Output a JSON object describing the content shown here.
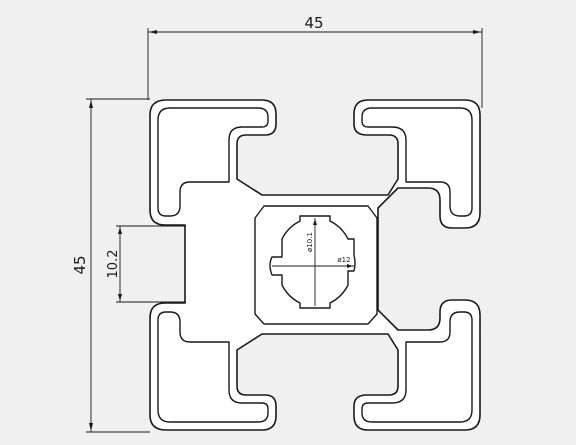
{
  "drawing": {
    "width_label": "45",
    "height_label": "45",
    "slot_label": "10.2",
    "inner_diameter_label": "ø10.1",
    "outer_diameter_label": "ø12",
    "colors": {
      "background": "#f0f0f0",
      "profile_fill": "#ffffff",
      "line": "#1a1a1a"
    }
  }
}
